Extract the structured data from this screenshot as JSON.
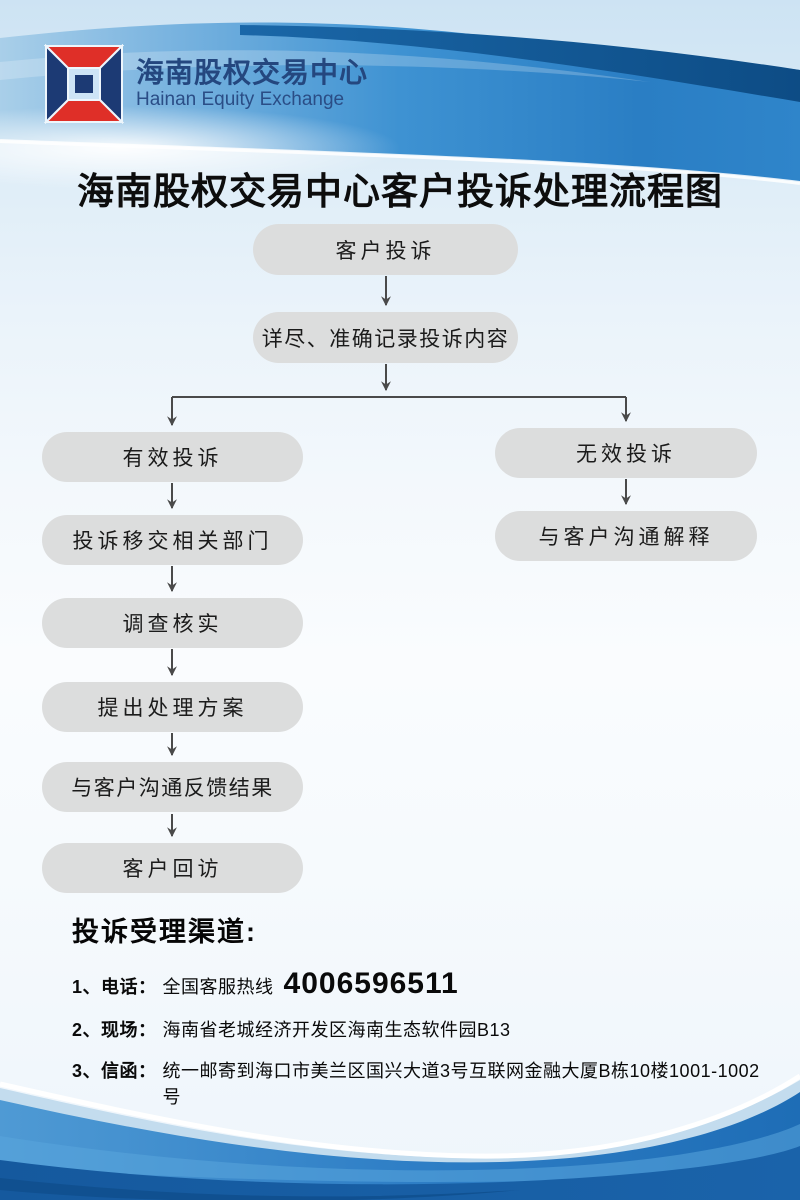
{
  "page": {
    "title": "海南股权交易中心客户投诉处理流程图"
  },
  "header": {
    "logo": {
      "name_cn": "海南股权交易中心",
      "name_en": "Hainan Equity Exchange"
    }
  },
  "colors": {
    "logo_navy": "#1c3a74",
    "logo_red": "#df2f28",
    "band_blue": "#2f85ca",
    "band_dark_blue": "#0d4c85",
    "footer_blue": "#2f7fc6",
    "footer_dark_blue": "#15599e",
    "node_gray": "#dcdddd",
    "arrow_gray": "#4a4a4a"
  },
  "flowchart": {
    "nodes": [
      {
        "id": "customer-complaint",
        "label": "客户投诉"
      },
      {
        "id": "record-complaint",
        "label": "详尽、准确记录投诉内容"
      },
      {
        "id": "valid-complaint",
        "label": "有效投诉"
      },
      {
        "id": "transfer-to-department",
        "label": "投诉移交相关部门"
      },
      {
        "id": "investigate-verify",
        "label": "调查核实"
      },
      {
        "id": "propose-solution",
        "label": "提出处理方案"
      },
      {
        "id": "communicate-feedback",
        "label": "与客户沟通反馈结果"
      },
      {
        "id": "customer-revisit",
        "label": "客户回访"
      },
      {
        "id": "invalid-complaint",
        "label": "无效投诉"
      },
      {
        "id": "communicate-explain",
        "label": "与客户沟通解释"
      }
    ],
    "edges": [
      [
        "customer-complaint",
        "record-complaint"
      ],
      [
        "record-complaint",
        "valid-complaint"
      ],
      [
        "record-complaint",
        "invalid-complaint"
      ],
      [
        "valid-complaint",
        "transfer-to-department"
      ],
      [
        "transfer-to-department",
        "investigate-verify"
      ],
      [
        "investigate-verify",
        "propose-solution"
      ],
      [
        "propose-solution",
        "communicate-feedback"
      ],
      [
        "communicate-feedback",
        "customer-revisit"
      ],
      [
        "invalid-complaint",
        "communicate-explain"
      ]
    ]
  },
  "channels": {
    "heading": "投诉受理渠道:",
    "items": [
      {
        "label": "1、电话：",
        "text": "全国客服热线",
        "phone": "4006596511"
      },
      {
        "label": "2、现场：",
        "text": "海南省老城经济开发区海南生态软件园B13",
        "phone": ""
      },
      {
        "label": "3、信函：",
        "text": "统一邮寄到海口市美兰区国兴大道3号互联网金融大厦B栋10楼1001-1002号",
        "phone": ""
      }
    ]
  }
}
